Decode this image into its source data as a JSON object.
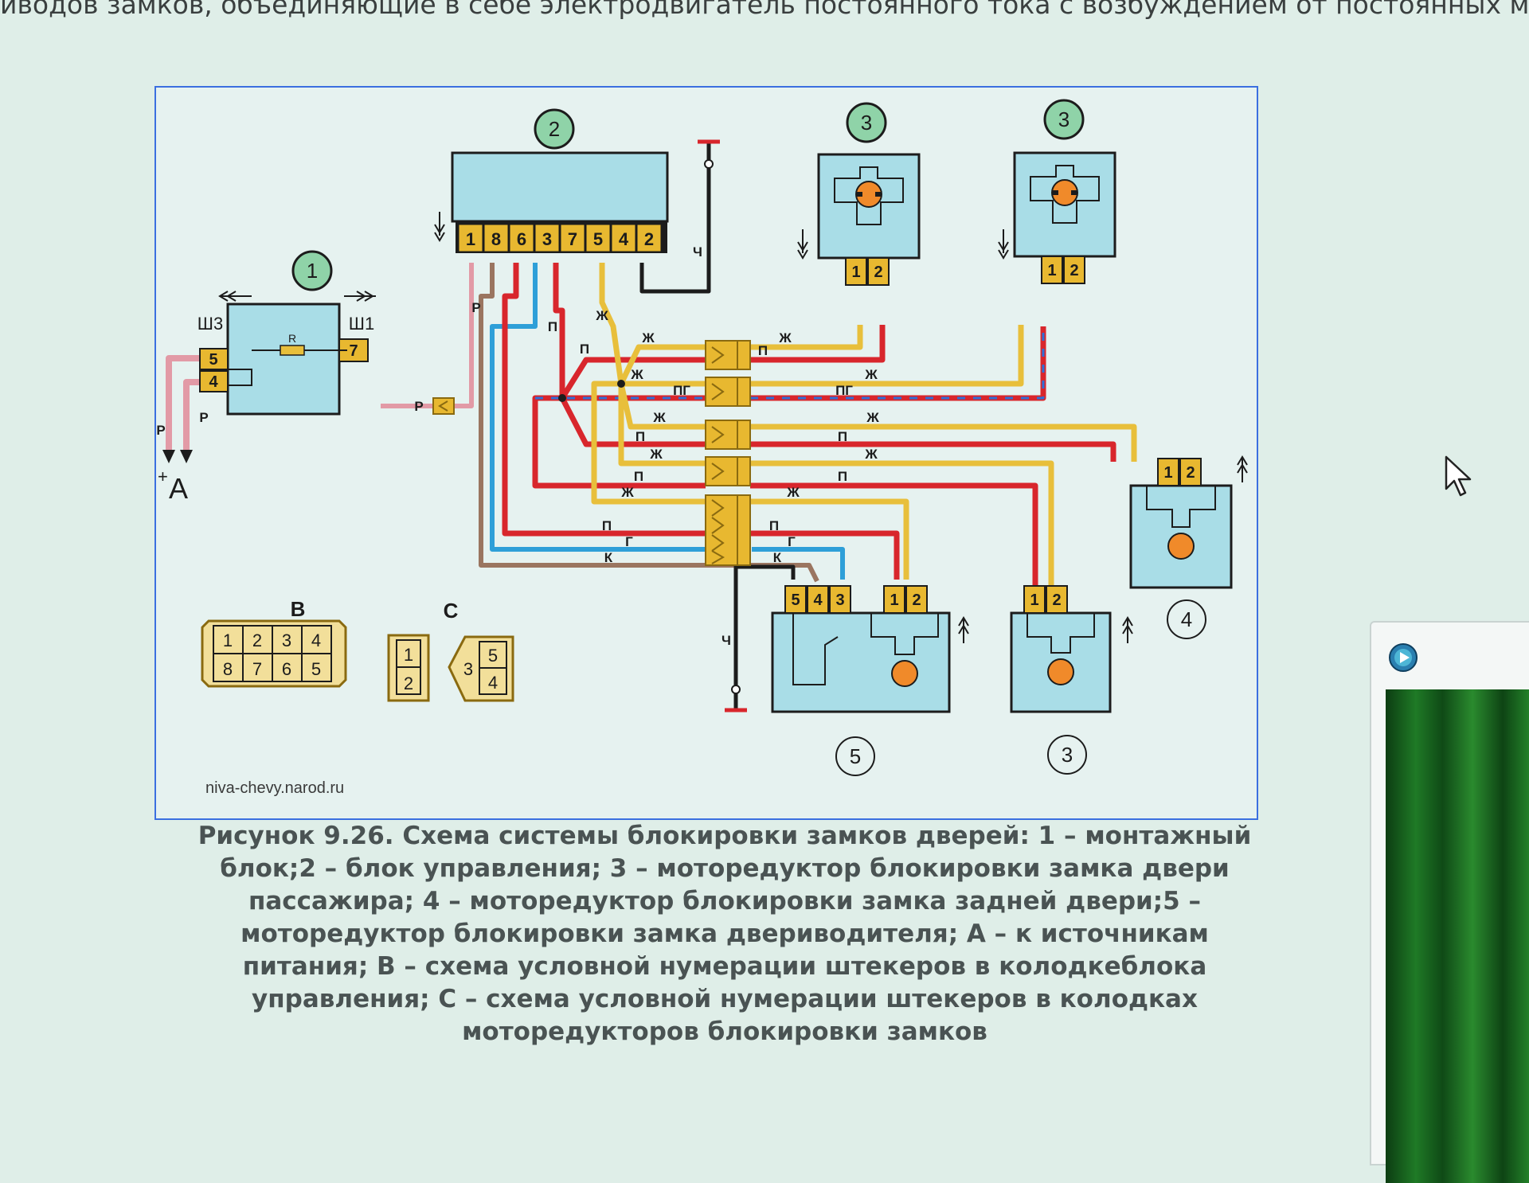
{
  "page_text": "иводов замков, объединяющие в себе электродвигатель постоянного тока с возбуждением от постоянных м",
  "diagram": {
    "callouts": [
      "1",
      "2",
      "3",
      "3",
      "4",
      "5",
      "3"
    ],
    "connector_labels": [
      "Ш3",
      "Ш1"
    ],
    "control_block_pins": [
      "1",
      "8",
      "6",
      "3",
      "7",
      "5",
      "4",
      "2"
    ],
    "mounting_block_pins": [
      "5",
      "4",
      "7"
    ],
    "motor_pins": [
      "1",
      "2"
    ],
    "driver_motor_pins": [
      "5",
      "4",
      "3",
      "1",
      "2"
    ],
    "resistor_label": "R",
    "wire_codes": {
      "red": "П",
      "yellow": "Ж",
      "pink": "Р",
      "black": "Ч",
      "blue": "Г",
      "brown": "К",
      "red_stripe": "ПГ"
    },
    "power_label": "A",
    "plus_sign": "+",
    "scheme_b": {
      "label": "B",
      "top_row": [
        "1",
        "2",
        "3",
        "4"
      ],
      "bottom_row": [
        "8",
        "7",
        "6",
        "5"
      ]
    },
    "scheme_c": {
      "label": "C",
      "left": [
        "1",
        "2"
      ],
      "right_side": "3",
      "right": [
        "5",
        "4"
      ]
    },
    "watermark": "niva-chevy.narod.ru"
  },
  "caption": {
    "lines": [
      "Рисунок 9.26. Схема системы блокировки замков дверей: 1 – монтажный",
      "блок;2 – блок управления; 3 – моторедуктор блокировки замка двери",
      "пассажира; 4 – моторедуктор блокировки замка задней двери;5 –",
      "моторедуктор блокировки замка двериводителя; А – к источникам",
      "питания; В – схема условной нумерации штекеров в колодкеблока",
      "управления; С – схема условной нумерации штекеров в колодках",
      "моторедукторов блокировки замков"
    ]
  },
  "colors": {
    "red": "#d8262c",
    "yellow": "#e8bf3b",
    "pink": "#e29aa6",
    "blue": "#2e9fd8",
    "brown": "#9a7560",
    "black": "#1c1c1c",
    "pin": "#e8b830",
    "block": "#a9dde7",
    "motor": "#f08a2a",
    "frame": "#3b6fe0"
  },
  "icons": [
    "mouse-cursor-icon",
    "play-icon"
  ]
}
